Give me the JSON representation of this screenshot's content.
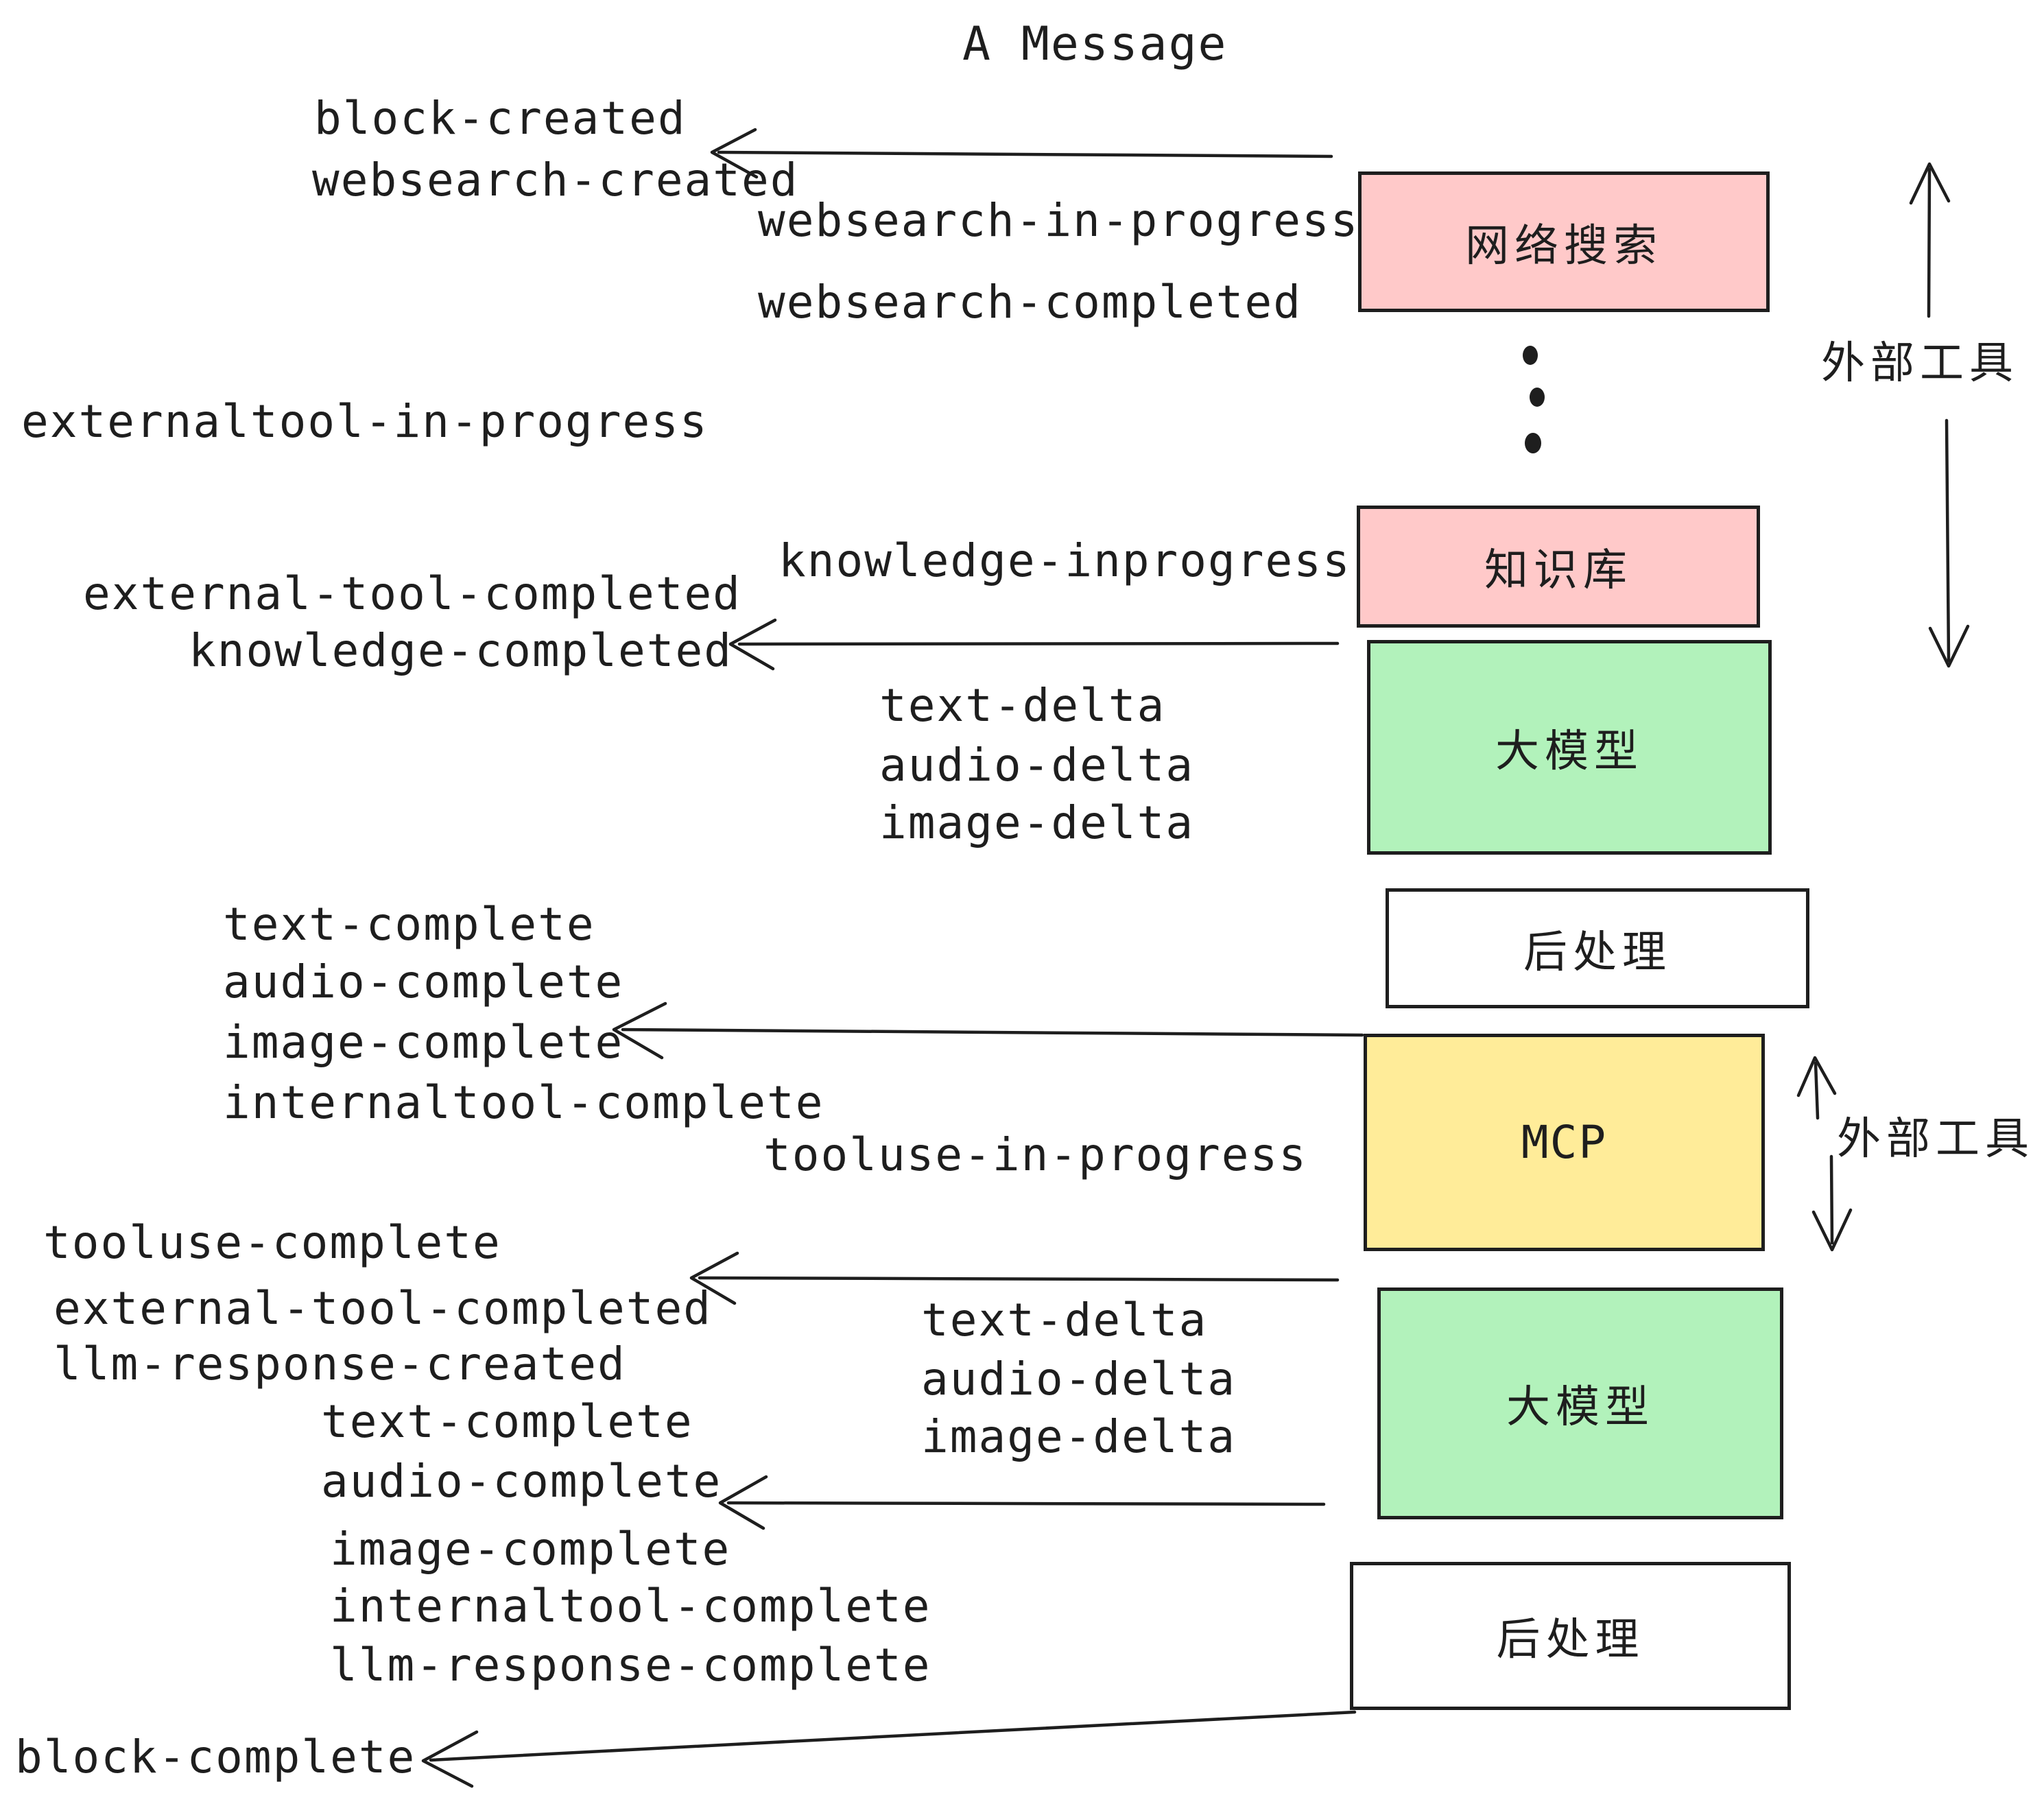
{
  "title": "A Message",
  "colors": {
    "stroke": "#1e1e1e",
    "background": "#ffffff",
    "pink": "#ffc9c9",
    "green": "#b2f2bb",
    "yellow": "#ffec99",
    "white": "#ffffff"
  },
  "nodes": [
    {
      "id": "websearch",
      "label": "网络搜索",
      "fill": "#ffc9c9"
    },
    {
      "id": "knowledge",
      "label": "知识库",
      "fill": "#ffc9c9"
    },
    {
      "id": "llm-1",
      "label": "大模型",
      "fill": "#b2f2bb"
    },
    {
      "id": "postprocess-1",
      "label": "后处理",
      "fill": "#ffffff"
    },
    {
      "id": "mcp",
      "label": "MCP",
      "fill": "#ffec99"
    },
    {
      "id": "llm-2",
      "label": "大模型",
      "fill": "#b2f2bb"
    },
    {
      "id": "postprocess-2",
      "label": "后处理",
      "fill": "#ffffff"
    }
  ],
  "side_labels": {
    "external_tools_top": "外部工具",
    "external_tools_middle": "外部工具"
  },
  "events": {
    "block_created": "block-created",
    "websearch_created": "websearch-created",
    "websearch_in_progress": "websearch-in-progress",
    "websearch_completed": "websearch-completed",
    "externaltool_in_progress": "externaltool-in-progress",
    "knowledge_inprogress": "knowledge-inprogress",
    "external_tool_completed": "external-tool-completed",
    "knowledge_completed": "knowledge-completed",
    "text_delta": "text-delta",
    "audio_delta": "audio-delta",
    "image_delta": "image-delta",
    "text_complete": "text-complete",
    "audio_complete": "audio-complete",
    "image_complete": "image-complete",
    "internaltool_complete": "internaltool-complete",
    "tooluse_in_progress": "tooluse-in-progress",
    "tooluse_complete": "tooluse-complete",
    "llm_response_created": "llm-response-created",
    "llm_response_complete": "llm-response-complete",
    "block_complete": "block-complete"
  },
  "ellipsis_between_tools": "···"
}
